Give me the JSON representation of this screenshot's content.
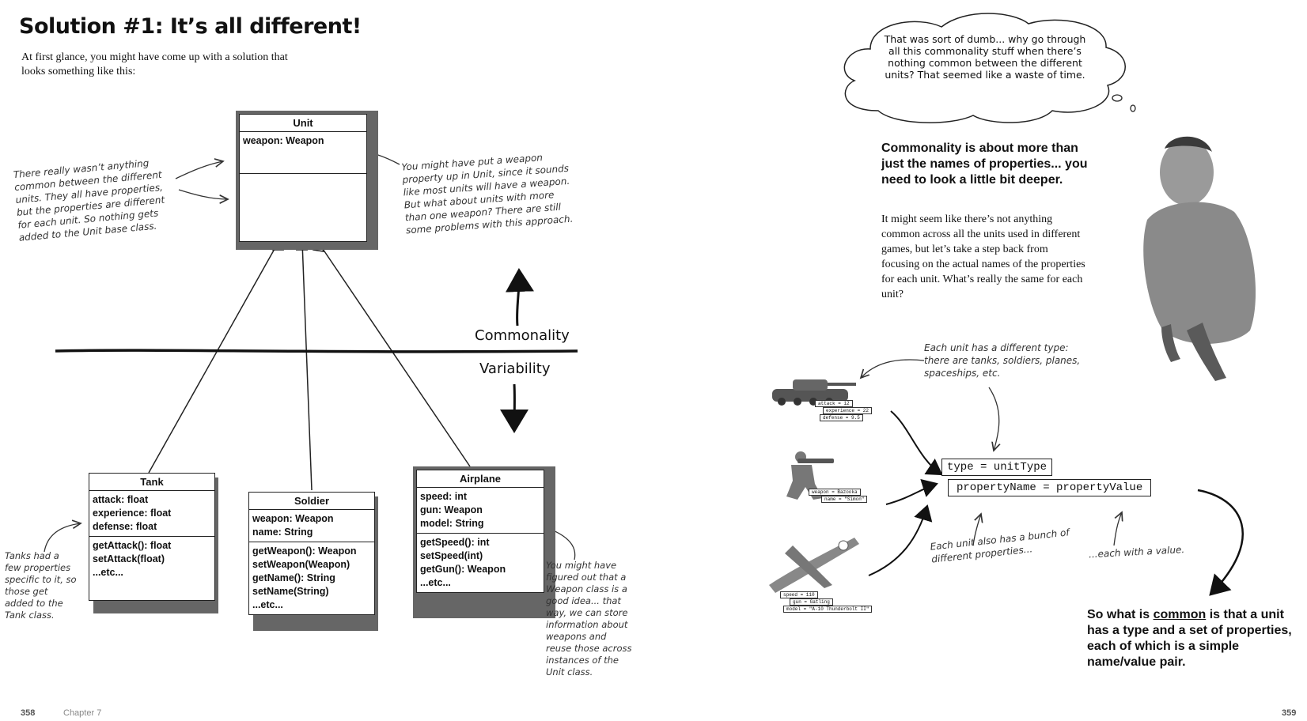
{
  "left_page": {
    "title": "Solution #1: It’s all different!",
    "intro": "At first glance, you might have come up with a solution that looks something like this:",
    "unit_box": {
      "name": "Unit",
      "attribute": "weapon: Weapon"
    },
    "tank_box": {
      "name": "Tank",
      "attributes": [
        "attack: float",
        "experience: float",
        "defense: float"
      ],
      "methods": [
        "getAttack(): float",
        "setAttack(float)",
        "...etc..."
      ]
    },
    "soldier_box": {
      "name": "Soldier",
      "attributes": [
        "weapon: Weapon",
        "name: String"
      ],
      "methods": [
        "getWeapon(): Weapon",
        "setWeapon(Weapon)",
        "getName(): String",
        "setName(String)",
        "...etc..."
      ]
    },
    "airplane_box": {
      "name": "Airplane",
      "attributes": [
        "speed: int",
        "gun: Weapon",
        "model: String"
      ],
      "methods": [
        "getSpeed(): int",
        "setSpeed(int)",
        "getGun(): Weapon",
        "...etc..."
      ]
    },
    "note_unit_left": "There really wasn’t anything common between the different units. They all have properties, but the properties are different for each unit. So nothing gets added to the Unit base class.",
    "note_unit_right": "You might have put a weapon property up in Unit, since it sounds like most units will have a weapon. But what about units with more than one weapon? There are still some problems with this approach.",
    "commonality": "Commonality",
    "variability": "Variability",
    "note_tank": "Tanks had a few properties specific to it, so those get added to the Tank class.",
    "note_airplane": "You might have figured out that a Weapon class is a good idea... that way, we can store information about weapons and reuse those across instances of the Unit class.",
    "page_number": "358",
    "chapter": "Chapter 7"
  },
  "right_page": {
    "thought": "That was sort of dumb... why go through all this commonality stuff when there’s nothing common between the different units? That seemed like a waste of time.",
    "heading": "Commonality is about more than just the names of properties... you need to look a little bit deeper.",
    "body": "It might seem like there’s not anything common across all the units used in different games, but let’s take a step back from focusing on the actual names of the properties for each unit. What’s really the same for each unit?",
    "note_type": "Each unit has a different type: there are tanks, soldiers, planes, spaceships, etc.",
    "tank_tags": [
      "attack = 12",
      "experience = 22",
      "defense = 9.5"
    ],
    "soldier_tags": [
      "weapon = Bazooka",
      "name = \"Simon\""
    ],
    "plane_tags": [
      "speed = 110",
      "gun = Gatling",
      "model = \"A-10 Thunderbolt II\""
    ],
    "code_type": "type = unitType",
    "code_prop": "propertyName = propertyValue",
    "note_props": "Each unit also has a bunch of different properties...",
    "note_value": "...each with a value.",
    "conclusion_pre": "So what is ",
    "conclusion_common": "common",
    "conclusion_post": " is that a unit has a type and a set of properties, each of which is a simple name/value pair.",
    "page_number": "359"
  }
}
